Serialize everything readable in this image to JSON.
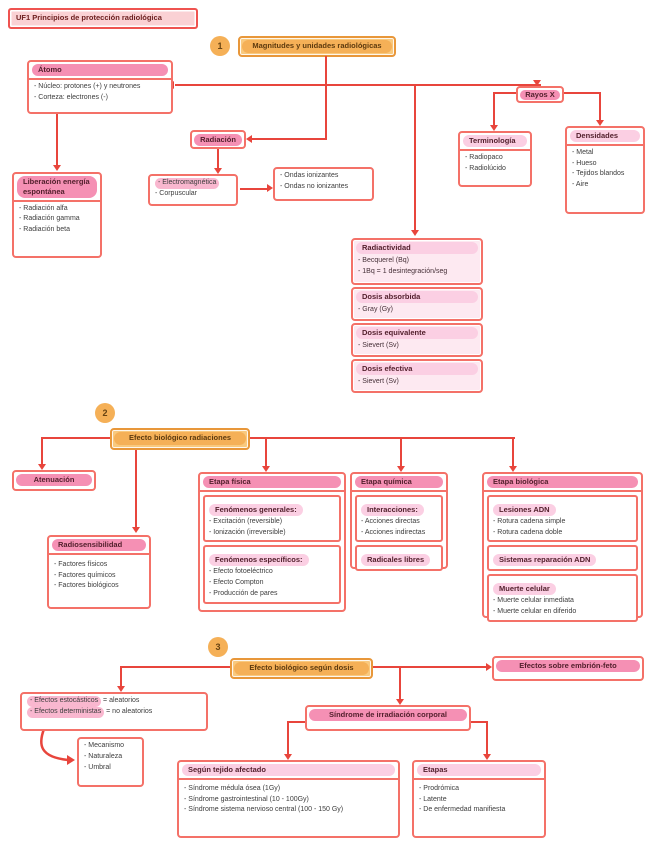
{
  "page_title": "UF1 Principios de protección radiológica",
  "sections": {
    "one": {
      "number": "1",
      "label": "Magnitudes y unidades radiológicas"
    },
    "two": {
      "number": "2",
      "label": "Efecto biológico radiaciones"
    },
    "three": {
      "number": "3",
      "label": "Efecto biológico según dosis"
    }
  },
  "nodes": {
    "atomo": {
      "title": "Átomo",
      "items": [
        "- Núcleo: protones (+) y neutrones",
        "- Corteza: electrones (-)"
      ]
    },
    "liberacion": {
      "title": "Liberación energía espontánea",
      "items": [
        "- Radiación alfa",
        "- Radiación gamma",
        "- Radiación beta"
      ]
    },
    "radiacion": {
      "title": "Radiación"
    },
    "tipos_radiacion": {
      "items": [
        "- Electromagnética",
        "- Corpuscular"
      ]
    },
    "ondas": {
      "items": [
        "- Ondas ionizantes",
        "- Ondas no ionizantes"
      ]
    },
    "rayos_x": {
      "title": "Rayos X"
    },
    "terminologia": {
      "title": "Terminología",
      "items": [
        "- Radiopaco",
        "- Radiolúcido"
      ]
    },
    "densidades": {
      "title": "Densidades",
      "items": [
        "- Metal",
        "- Hueso",
        "- Tejidos blandos",
        "- Aire"
      ]
    },
    "radiactividad": {
      "title": "Radiactividad",
      "items": [
        "- Becquerel (Bq)",
        "- 1Bq = 1 desintegración/seg"
      ]
    },
    "dosis_absorbida": {
      "title": "Dosis absorbida",
      "items": [
        "- Gray (Gy)"
      ]
    },
    "dosis_equivalente": {
      "title": "Dosis equivalente",
      "items": [
        "- Sievert (Sv)"
      ]
    },
    "dosis_efectiva": {
      "title": "Dosis efectiva",
      "items": [
        "- Sievert (Sv)"
      ]
    },
    "atenuacion": {
      "title": "Atenuación"
    },
    "radiosensibilidad": {
      "title": "Radiosensibilidad",
      "items": [
        "- Factores físicos",
        "- Factores químicos",
        "- Factores biológicos"
      ]
    },
    "etapa_fisica": {
      "title": "Etapa física",
      "sub1_title": "Fenómenos generales:",
      "sub1_items": [
        "- Excitación (reversible)",
        "- Ionización (irreversible)"
      ],
      "sub2_title": "Fenómenos específicos:",
      "sub2_items": [
        "- Efecto fotoeléctrico",
        "- Efecto Compton",
        "- Producción de pares"
      ]
    },
    "etapa_quimica": {
      "title": "Etapa química",
      "sub1_title": "Interacciones:",
      "sub1_items": [
        "- Acciones directas",
        "- Acciones indirectas"
      ],
      "sub2_title": "Radicales libres"
    },
    "etapa_biologica": {
      "title": "Etapa biológica",
      "sub1_title": "Lesiones ADN",
      "sub1_items": [
        "- Rotura cadena simple",
        "- Rotura cadena doble"
      ],
      "sub2_title": "Sistemas reparación ADN",
      "sub3_title": "Muerte celular",
      "sub3_items": [
        "- Muerte celular inmediata",
        "- Muerte celular en diferido"
      ]
    },
    "embrion_feto": {
      "title": "Efectos sobre embrión-feto"
    },
    "estocasticos": {
      "items": [
        {
          "hl": "- Efectos estocásticos",
          "rest": " = aleatorios"
        },
        {
          "hl": "- Efectos deterministas",
          "rest": " = no aleatorios"
        }
      ]
    },
    "caracteristicas": {
      "items": [
        "- Mecanismo",
        "- Naturaleza",
        "- Umbral"
      ]
    },
    "sindrome": {
      "title": "Síndrome de irradiación corporal"
    },
    "segun_tejido": {
      "title": "Según tejido afectado",
      "items": [
        "- Síndrome médula ósea (1Gy)",
        "- Síndrome gastrointestinal (10 - 100Gy)",
        "- Síndrome sistema nervioso central (100 - 150 Gy)"
      ]
    },
    "etapas": {
      "title": "Etapas",
      "items": [
        "- Prodrómica",
        "- Latente",
        "- De enfermedad manifiesta"
      ]
    }
  },
  "colors": {
    "connector_red": "#e8453c",
    "box_border": "#f47168",
    "header_pink": "#f590b4",
    "header_pink_light": "#fbcfe3",
    "box_pink_fill": "#fde9f1",
    "orange_border": "#e8973a",
    "orange_fill": "#f9c97e",
    "orange_circle": "#f5b057"
  }
}
